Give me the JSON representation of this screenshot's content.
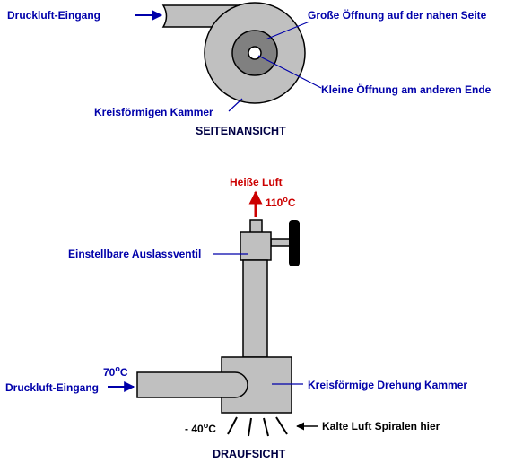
{
  "colors": {
    "label_blue": "#0000aa",
    "hot_red": "#cc0000",
    "body_gray": "#c0c0c0",
    "dark_gray": "#808080",
    "knob_black": "#000000"
  },
  "side_view": {
    "title": "SEITENANSICHT",
    "inlet_label": "Druckluft-Eingang",
    "large_opening_label": "Große Öffnung auf der nahen Seite",
    "small_opening_label": "Kleine Öffnung am anderen Ende",
    "chamber_label": "Kreisförmigen Kammer"
  },
  "top_view": {
    "title": "DRAUFSICHT",
    "hot_air_label": "Heiße Luft",
    "hot_temp_value": "110",
    "hot_temp_unit": "C",
    "valve_label": "Einstellbare Auslassventil",
    "inlet_temp_value": "70",
    "inlet_temp_unit": "C",
    "inlet_label": "Druckluft-Eingang",
    "chamber_label": "Kreisförmige Drehung Kammer",
    "cold_temp_value": "- 40",
    "cold_temp_unit": "C",
    "cold_label": "Kalte Luft Spiralen hier",
    "degree_mark": "o"
  }
}
